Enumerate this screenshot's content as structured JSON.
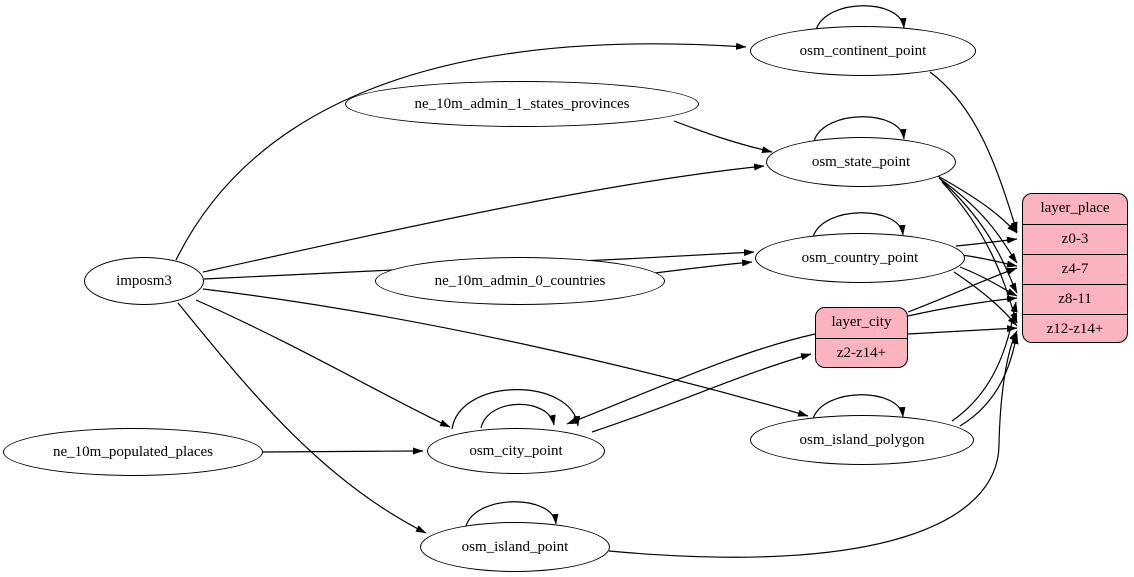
{
  "diagram": {
    "kind": "etl-dependency-graph",
    "colors": {
      "background": "#ffffff",
      "edge": "#000000",
      "node_stroke": "#000000",
      "ellipse_fill": "#ffffff",
      "record_fill": "#FBB3BF"
    },
    "nodes": {
      "imposm3": {
        "label": "imposm3",
        "shape": "ellipse",
        "role": "source"
      },
      "ne_10m_admin_1_states_provinces": {
        "label": "ne_10m_admin_1_states_provinces",
        "shape": "ellipse",
        "role": "source"
      },
      "ne_10m_admin_0_countries": {
        "label": "ne_10m_admin_0_countries",
        "shape": "ellipse",
        "role": "source"
      },
      "ne_10m_populated_places": {
        "label": "ne_10m_populated_places",
        "shape": "ellipse",
        "role": "source"
      },
      "osm_continent_point": {
        "label": "osm_continent_point",
        "shape": "ellipse",
        "role": "table",
        "self_loops": 1
      },
      "osm_state_point": {
        "label": "osm_state_point",
        "shape": "ellipse",
        "role": "table",
        "self_loops": 1
      },
      "osm_country_point": {
        "label": "osm_country_point",
        "shape": "ellipse",
        "role": "table",
        "self_loops": 1
      },
      "osm_city_point": {
        "label": "osm_city_point",
        "shape": "ellipse",
        "role": "table",
        "self_loops": 2
      },
      "osm_island_polygon": {
        "label": "osm_island_polygon",
        "shape": "ellipse",
        "role": "table",
        "self_loops": 1
      },
      "osm_island_point": {
        "label": "osm_island_point",
        "shape": "ellipse",
        "role": "table",
        "self_loops": 1
      },
      "layer_city": {
        "label": "layer_city",
        "shape": "record",
        "rows": [
          "z2-z14+"
        ]
      },
      "layer_place": {
        "label": "layer_place",
        "shape": "record",
        "rows": [
          "z0-3",
          "z4-7",
          "z8-11",
          "z12-z14+"
        ]
      }
    },
    "edges": [
      {
        "from": "imposm3",
        "to": "osm_continent_point"
      },
      {
        "from": "imposm3",
        "to": "osm_state_point"
      },
      {
        "from": "imposm3",
        "to": "osm_country_point"
      },
      {
        "from": "imposm3",
        "to": "osm_city_point"
      },
      {
        "from": "imposm3",
        "to": "osm_island_polygon"
      },
      {
        "from": "imposm3",
        "to": "osm_island_point"
      },
      {
        "from": "ne_10m_admin_1_states_provinces",
        "to": "osm_state_point"
      },
      {
        "from": "ne_10m_admin_0_countries",
        "to": "osm_country_point"
      },
      {
        "from": "ne_10m_populated_places",
        "to": "osm_city_point"
      },
      {
        "from": "osm_continent_point",
        "to": "osm_continent_point"
      },
      {
        "from": "osm_state_point",
        "to": "osm_state_point"
      },
      {
        "from": "osm_country_point",
        "to": "osm_country_point"
      },
      {
        "from": "osm_city_point",
        "to": "osm_city_point"
      },
      {
        "from": "osm_city_point",
        "to": "osm_city_point"
      },
      {
        "from": "osm_island_polygon",
        "to": "osm_island_polygon"
      },
      {
        "from": "osm_island_point",
        "to": "osm_island_point"
      },
      {
        "from": "osm_continent_point",
        "to": "layer_place",
        "port": "z0-3"
      },
      {
        "from": "osm_state_point",
        "to": "layer_place",
        "port": "z0-3"
      },
      {
        "from": "osm_state_point",
        "to": "layer_place",
        "port": "z4-7"
      },
      {
        "from": "osm_state_point",
        "to": "layer_place",
        "port": "z8-11"
      },
      {
        "from": "osm_state_point",
        "to": "layer_place",
        "port": "z12-z14+"
      },
      {
        "from": "osm_country_point",
        "to": "layer_place",
        "port": "z0-3"
      },
      {
        "from": "osm_country_point",
        "to": "layer_place",
        "port": "z4-7"
      },
      {
        "from": "osm_country_point",
        "to": "layer_place",
        "port": "z8-11"
      },
      {
        "from": "osm_country_point",
        "to": "layer_place",
        "port": "z12-z14+"
      },
      {
        "from": "osm_city_point",
        "to": "layer_city",
        "port": "z2-z14+"
      },
      {
        "from": "layer_city",
        "to": "osm_city_point"
      },
      {
        "from": "layer_city",
        "to": "layer_place",
        "port": "z4-7"
      },
      {
        "from": "layer_city",
        "to": "layer_place",
        "port": "z8-11"
      },
      {
        "from": "layer_city",
        "to": "layer_place",
        "port": "z12-z14+"
      },
      {
        "from": "osm_island_polygon",
        "to": "layer_place",
        "port": "z8-11"
      },
      {
        "from": "osm_island_polygon",
        "to": "layer_place",
        "port": "z12-z14+"
      },
      {
        "from": "osm_island_point",
        "to": "layer_place",
        "port": "z12-z14+"
      }
    ]
  }
}
